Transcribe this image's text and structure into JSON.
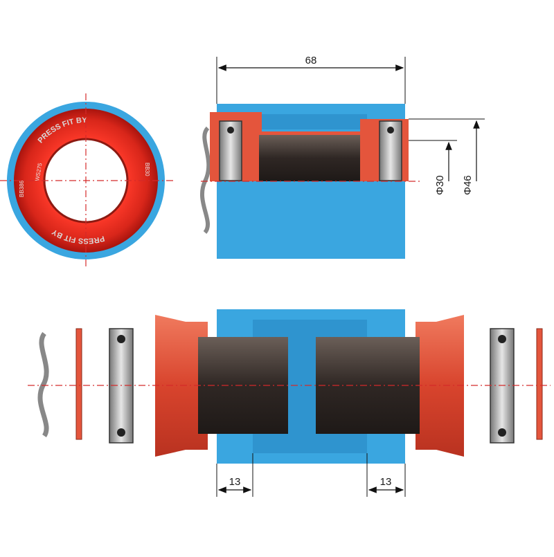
{
  "dimensions": {
    "total_width": "68",
    "inner_diameter": "Φ30",
    "outer_diameter": "Φ46",
    "left_cup_depth": "13",
    "right_cup_depth": "13"
  },
  "ring_labels": {
    "top": "PRESS FIT BY",
    "bottom": "PRESS FIT BY",
    "left_side": "BB386",
    "right_side": "BB30",
    "model": "WS275"
  },
  "colors": {
    "shell_blue": "#3aa6e0",
    "cup_red": "#e4553c",
    "spindle": "#3e3430",
    "bearing_gray": "#9a9a9a",
    "centerline": "#d42a2a"
  }
}
